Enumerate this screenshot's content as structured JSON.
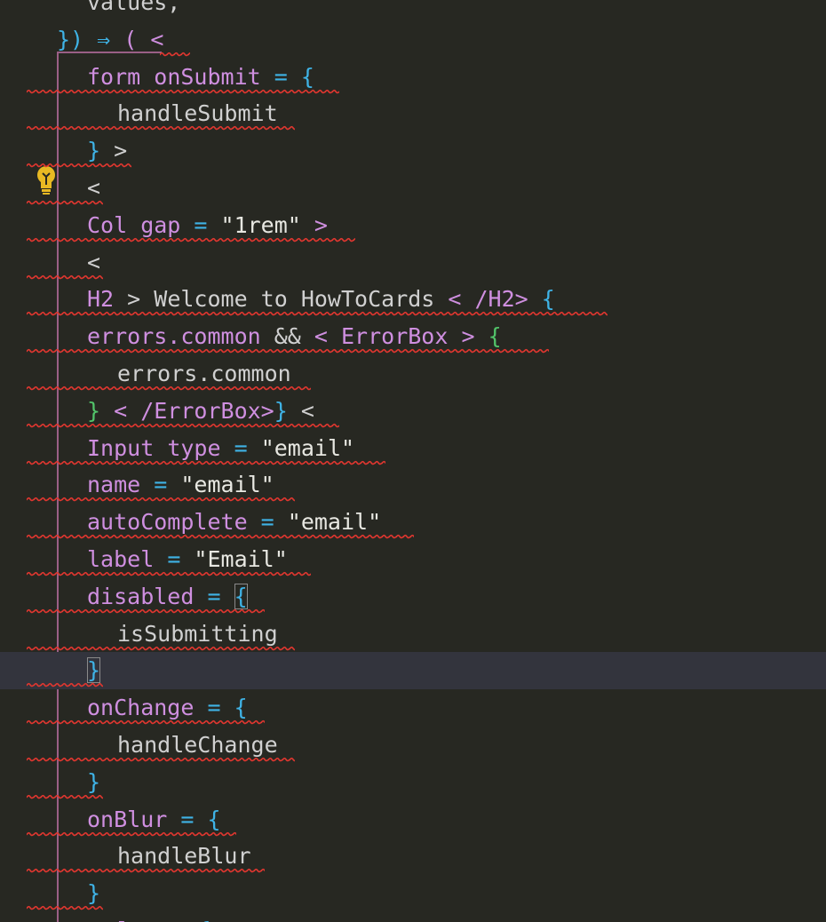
{
  "editor": {
    "lines": [
      {
        "tokens": [
          {
            "t": "values,",
            "c": "t-id"
          }
        ]
      },
      {
        "tokens": [
          {
            "t": "})",
            "c": "t-pun"
          },
          {
            "t": " ⇒ ",
            "c": "t-pun"
          },
          {
            "t": "( <",
            "c": "t-kw"
          }
        ]
      },
      {
        "tokens": [
          {
            "t": "form",
            "c": "t-kw"
          },
          {
            "t": " onSubmit",
            "c": "t-kw"
          },
          {
            "t": " = ",
            "c": "t-pun"
          },
          {
            "t": "{",
            "c": "t-pun"
          }
        ]
      },
      {
        "tokens": [
          {
            "t": "handleSubmit",
            "c": "t-id"
          }
        ]
      },
      {
        "tokens": [
          {
            "t": "}",
            "c": "t-pun"
          },
          {
            "t": " >",
            "c": "t-id"
          }
        ]
      },
      {
        "tokens": [
          {
            "t": "<",
            "c": "t-id"
          }
        ]
      },
      {
        "tokens": [
          {
            "t": "Col",
            "c": "t-kw"
          },
          {
            "t": " gap",
            "c": "t-kw"
          },
          {
            "t": " = ",
            "c": "t-pun"
          },
          {
            "t": "\"1rem\"",
            "c": "t-str"
          },
          {
            "t": " >",
            "c": "t-kw"
          }
        ]
      },
      {
        "tokens": [
          {
            "t": "<",
            "c": "t-id"
          }
        ]
      },
      {
        "tokens": [
          {
            "t": "H2",
            "c": "t-kw"
          },
          {
            "t": " > ",
            "c": "t-id"
          },
          {
            "t": "Welcome to HowToCards",
            "c": "t-id"
          },
          {
            "t": " < /H2> ",
            "c": "t-kw"
          },
          {
            "t": "{",
            "c": "t-pun"
          }
        ]
      },
      {
        "tokens": [
          {
            "t": "errors.common",
            "c": "t-kw"
          },
          {
            "t": " && ",
            "c": "t-id"
          },
          {
            "t": "< ErrorBox > ",
            "c": "t-kw"
          },
          {
            "t": "{",
            "c": "t-grn"
          }
        ]
      },
      {
        "tokens": [
          {
            "t": "errors.common",
            "c": "t-id"
          }
        ]
      },
      {
        "tokens": [
          {
            "t": "}",
            "c": "t-grn"
          },
          {
            "t": " < /ErrorBox>",
            "c": "t-kw"
          },
          {
            "t": "}",
            "c": "t-pun"
          },
          {
            "t": " <",
            "c": "t-id"
          }
        ]
      },
      {
        "tokens": [
          {
            "t": "Input",
            "c": "t-kw"
          },
          {
            "t": " type",
            "c": "t-kw"
          },
          {
            "t": " = ",
            "c": "t-pun"
          },
          {
            "t": "\"email\"",
            "c": "t-str"
          }
        ]
      },
      {
        "tokens": [
          {
            "t": "name",
            "c": "t-kw"
          },
          {
            "t": " = ",
            "c": "t-pun"
          },
          {
            "t": "\"email\"",
            "c": "t-str"
          }
        ]
      },
      {
        "tokens": [
          {
            "t": "autoComplete",
            "c": "t-kw"
          },
          {
            "t": " = ",
            "c": "t-pun"
          },
          {
            "t": "\"email\"",
            "c": "t-str"
          }
        ]
      },
      {
        "tokens": [
          {
            "t": "label",
            "c": "t-kw"
          },
          {
            "t": " = ",
            "c": "t-pun"
          },
          {
            "t": "\"Email\"",
            "c": "t-str"
          }
        ]
      },
      {
        "tokens": [
          {
            "t": "disabled",
            "c": "t-kw"
          },
          {
            "t": " = ",
            "c": "t-pun"
          },
          {
            "t": "{",
            "c": "t-pun bracket-box"
          }
        ]
      },
      {
        "tokens": [
          {
            "t": "isSubmitting",
            "c": "t-id"
          }
        ]
      },
      {
        "tokens": [
          {
            "t": "}",
            "c": "t-pun bracket-box"
          }
        ]
      },
      {
        "tokens": [
          {
            "t": "onChange",
            "c": "t-kw"
          },
          {
            "t": " = ",
            "c": "t-pun"
          },
          {
            "t": "{",
            "c": "t-pun"
          }
        ]
      },
      {
        "tokens": [
          {
            "t": "handleChange",
            "c": "t-id"
          }
        ]
      },
      {
        "tokens": [
          {
            "t": "}",
            "c": "t-pun"
          }
        ]
      },
      {
        "tokens": [
          {
            "t": "onBlur",
            "c": "t-kw"
          },
          {
            "t": " = ",
            "c": "t-pun"
          },
          {
            "t": "{",
            "c": "t-pun"
          }
        ]
      },
      {
        "tokens": [
          {
            "t": "handleBlur",
            "c": "t-id"
          }
        ]
      },
      {
        "tokens": [
          {
            "t": "}",
            "c": "t-pun"
          }
        ]
      },
      {
        "tokens": [
          {
            "t": "l",
            "c": "t-kw"
          },
          {
            "t": "     ",
            "c": "t-id"
          },
          {
            "t": "{",
            "c": "t-pun"
          }
        ]
      }
    ],
    "current_line_index": 18,
    "lightbulb_icon": "lightbulb-icon"
  },
  "colors": {
    "background": "#272822",
    "current_line": "#33343d",
    "keyword": "#cf8fe0",
    "punctuation": "#3fb3e6",
    "string": "#e8e8e2",
    "bracket_green": "#52c46a",
    "error_squiggle": "#e0362f",
    "indent_guide": "#9a5f86",
    "lightbulb": "#e8b923"
  }
}
